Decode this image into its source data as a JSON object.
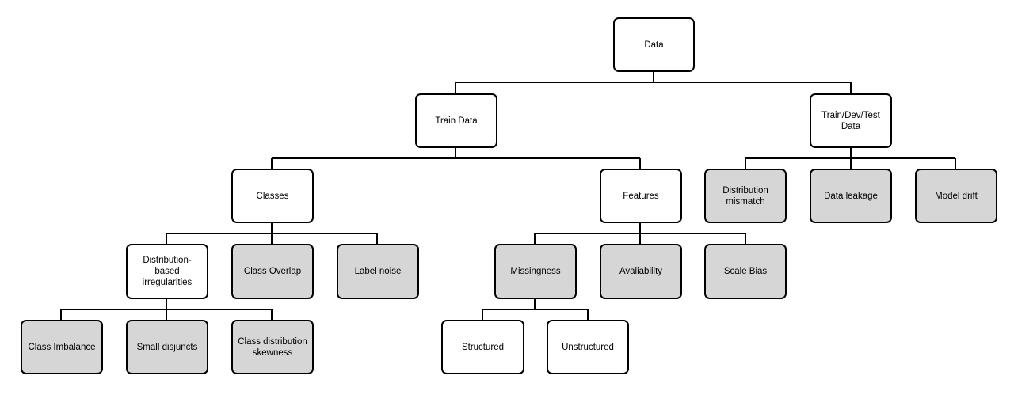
{
  "diagram": {
    "nodes": {
      "data": "Data",
      "train_data": "Train Data",
      "train_dev_test": "Train/Dev/Test Data",
      "classes": "Classes",
      "features": "Features",
      "distribution_mismatch": "Distribution mismatch",
      "data_leakage": "Data leakage",
      "model_drift": "Model drift",
      "distribution_based": "Distribution-based irregularities",
      "class_overlap": "Class Overlap",
      "label_noise": "Label noise",
      "missingness": "Missingness",
      "availability": "Avaliability",
      "scale_bias": "Scale Bias",
      "class_imbalance": "Class Imbalance",
      "small_disjuncts": "Small disjuncts",
      "class_distribution_skewness": "Class distribution skewness",
      "structured": "Structured",
      "unstructured": "Unstructured"
    },
    "edges": [
      [
        "data",
        "train_data"
      ],
      [
        "data",
        "train_dev_test"
      ],
      [
        "train_data",
        "classes"
      ],
      [
        "train_data",
        "features"
      ],
      [
        "train_dev_test",
        "distribution_mismatch"
      ],
      [
        "train_dev_test",
        "data_leakage"
      ],
      [
        "train_dev_test",
        "model_drift"
      ],
      [
        "classes",
        "distribution_based"
      ],
      [
        "classes",
        "class_overlap"
      ],
      [
        "classes",
        "label_noise"
      ],
      [
        "features",
        "missingness"
      ],
      [
        "features",
        "availability"
      ],
      [
        "features",
        "scale_bias"
      ],
      [
        "distribution_based",
        "class_imbalance"
      ],
      [
        "distribution_based",
        "small_disjuncts"
      ],
      [
        "distribution_based",
        "class_distribution_skewness"
      ],
      [
        "missingness",
        "structured"
      ],
      [
        "missingness",
        "unstructured"
      ]
    ],
    "colors": {
      "shaded_fill": "#d6d6d6",
      "plain_fill": "#ffffff",
      "stroke": "#000000"
    }
  }
}
